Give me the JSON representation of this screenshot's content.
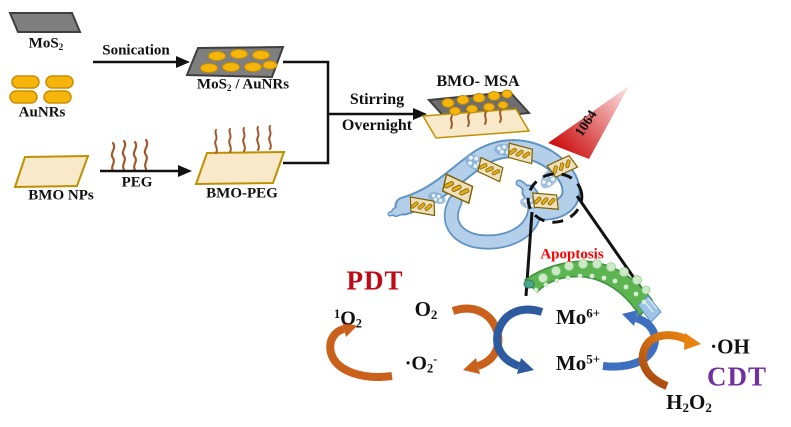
{
  "materials": {
    "mos2": {
      "base": "MoS",
      "sub": "2"
    },
    "aunrs": "AuNRs",
    "mos2_aunrs": {
      "base": "MoS",
      "sub": "2",
      "rest": " / AuNRs"
    },
    "bmo_nps": "BMO NPs",
    "peg": "PEG",
    "bmo_peg": "BMO-PEG",
    "bmo_msa": "BMO- MSA"
  },
  "steps": {
    "sonication": "Sonication",
    "stirring": "Stirring",
    "overnight": "Overnight"
  },
  "laser": {
    "wavelength": "1064"
  },
  "biology": {
    "apoptosis": "Apoptosis"
  },
  "mechanism": {
    "pdt": "PDT",
    "cdt": "CDT",
    "o2": {
      "base": "O",
      "sub": "2"
    },
    "singlet_o2": {
      "sup": "1",
      "base": "O",
      "sub": "2"
    },
    "superoxide": {
      "pre": "·",
      "base": "O",
      "sub": "2",
      "sup": "-"
    },
    "mo6": {
      "base": "Mo",
      "sup": "6+"
    },
    "mo5": {
      "base": "Mo",
      "sup": "5+"
    },
    "hydroxyl": {
      "pre": "·",
      "base": "OH"
    },
    "h2o2": {
      "b1": "H",
      "s1": "2",
      "b2": "O",
      "s2": "2"
    }
  },
  "colors": {
    "pdt_text": "#bf0a14",
    "cdt_text": "#7030a0",
    "apoptosis_text": "#ff0000",
    "laser_red": "#cc1111",
    "laser_fade": "#ffeaea",
    "gold": "#f5b50a",
    "gray_sheet": "#7f7f7f",
    "tan_sheet": "#f7e9c9",
    "peg_brown": "#a05a2c",
    "orange_arrow": "#c9611c",
    "blue_arrow_dark": "#2e5b9f",
    "blue_arrow_light": "#3f6fbf",
    "worm_blue": "#b3cfea",
    "worm_outline": "#5f93c3",
    "tissue_green": "#5cb551"
  }
}
